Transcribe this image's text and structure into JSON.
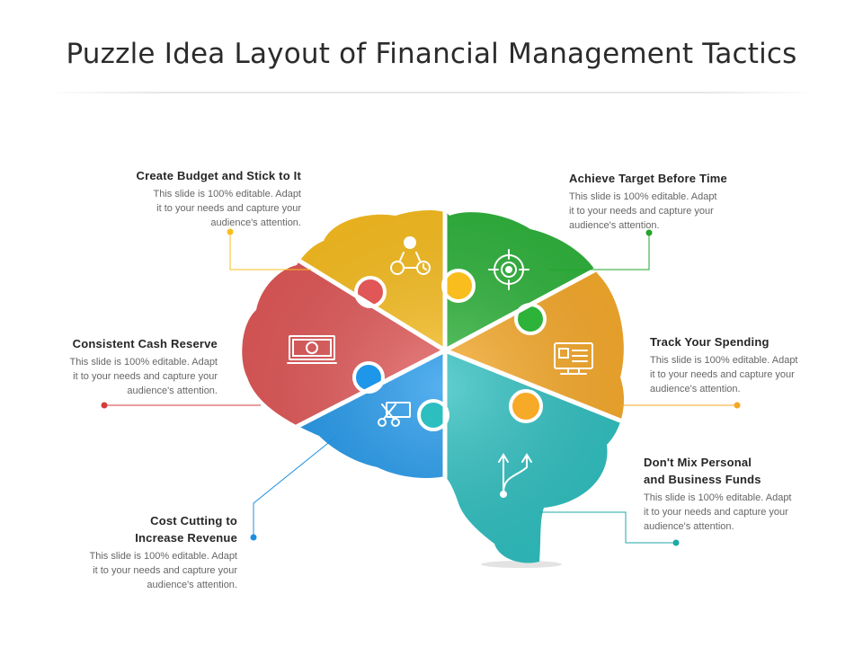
{
  "title": "Puzzle Idea Layout of Financial Management Tactics",
  "items": [
    {
      "heading": "Create Budget and Stick to It",
      "description": [
        "This slide is 100% editable. Adapt",
        "it to your needs and capture your",
        "audience's attention."
      ],
      "icon": "budget-cycle-icon",
      "color": "#F9BE1D"
    },
    {
      "heading": "Achieve Target Before Time",
      "description": [
        "This slide is 100% editable. Adapt",
        "it to your needs and capture your",
        "audience's attention."
      ],
      "icon": "target-crosshair-icon",
      "color": "#22A52A"
    },
    {
      "heading": "Track Your Spending",
      "description": [
        "This slide is 100% editable. Adapt",
        "it to your needs and capture your",
        "audience's attention."
      ],
      "icon": "monitor-checklist-icon",
      "color": "#F5A623"
    },
    {
      "heading": [
        "Don't Mix Personal",
        "and Business Funds"
      ],
      "description": [
        "This slide is 100% editable. Adapt",
        "it to your needs and capture your",
        "audience's attention."
      ],
      "icon": "split-arrows-icon",
      "color": "#1DA9A6"
    },
    {
      "heading": [
        "Cost Cutting to",
        "Increase Revenue"
      ],
      "description": [
        "This slide is 100% editable. Adapt",
        "it to your needs and capture your",
        "audience's attention."
      ],
      "icon": "scissors-money-icon",
      "color": "#1C8FE0"
    },
    {
      "heading": "Consistent Cash Reserve",
      "description": [
        "This slide is 100% editable. Adapt",
        "it to your needs and capture your",
        "audience's attention."
      ],
      "icon": "banknote-icon",
      "color": "#D43B3B"
    }
  ]
}
